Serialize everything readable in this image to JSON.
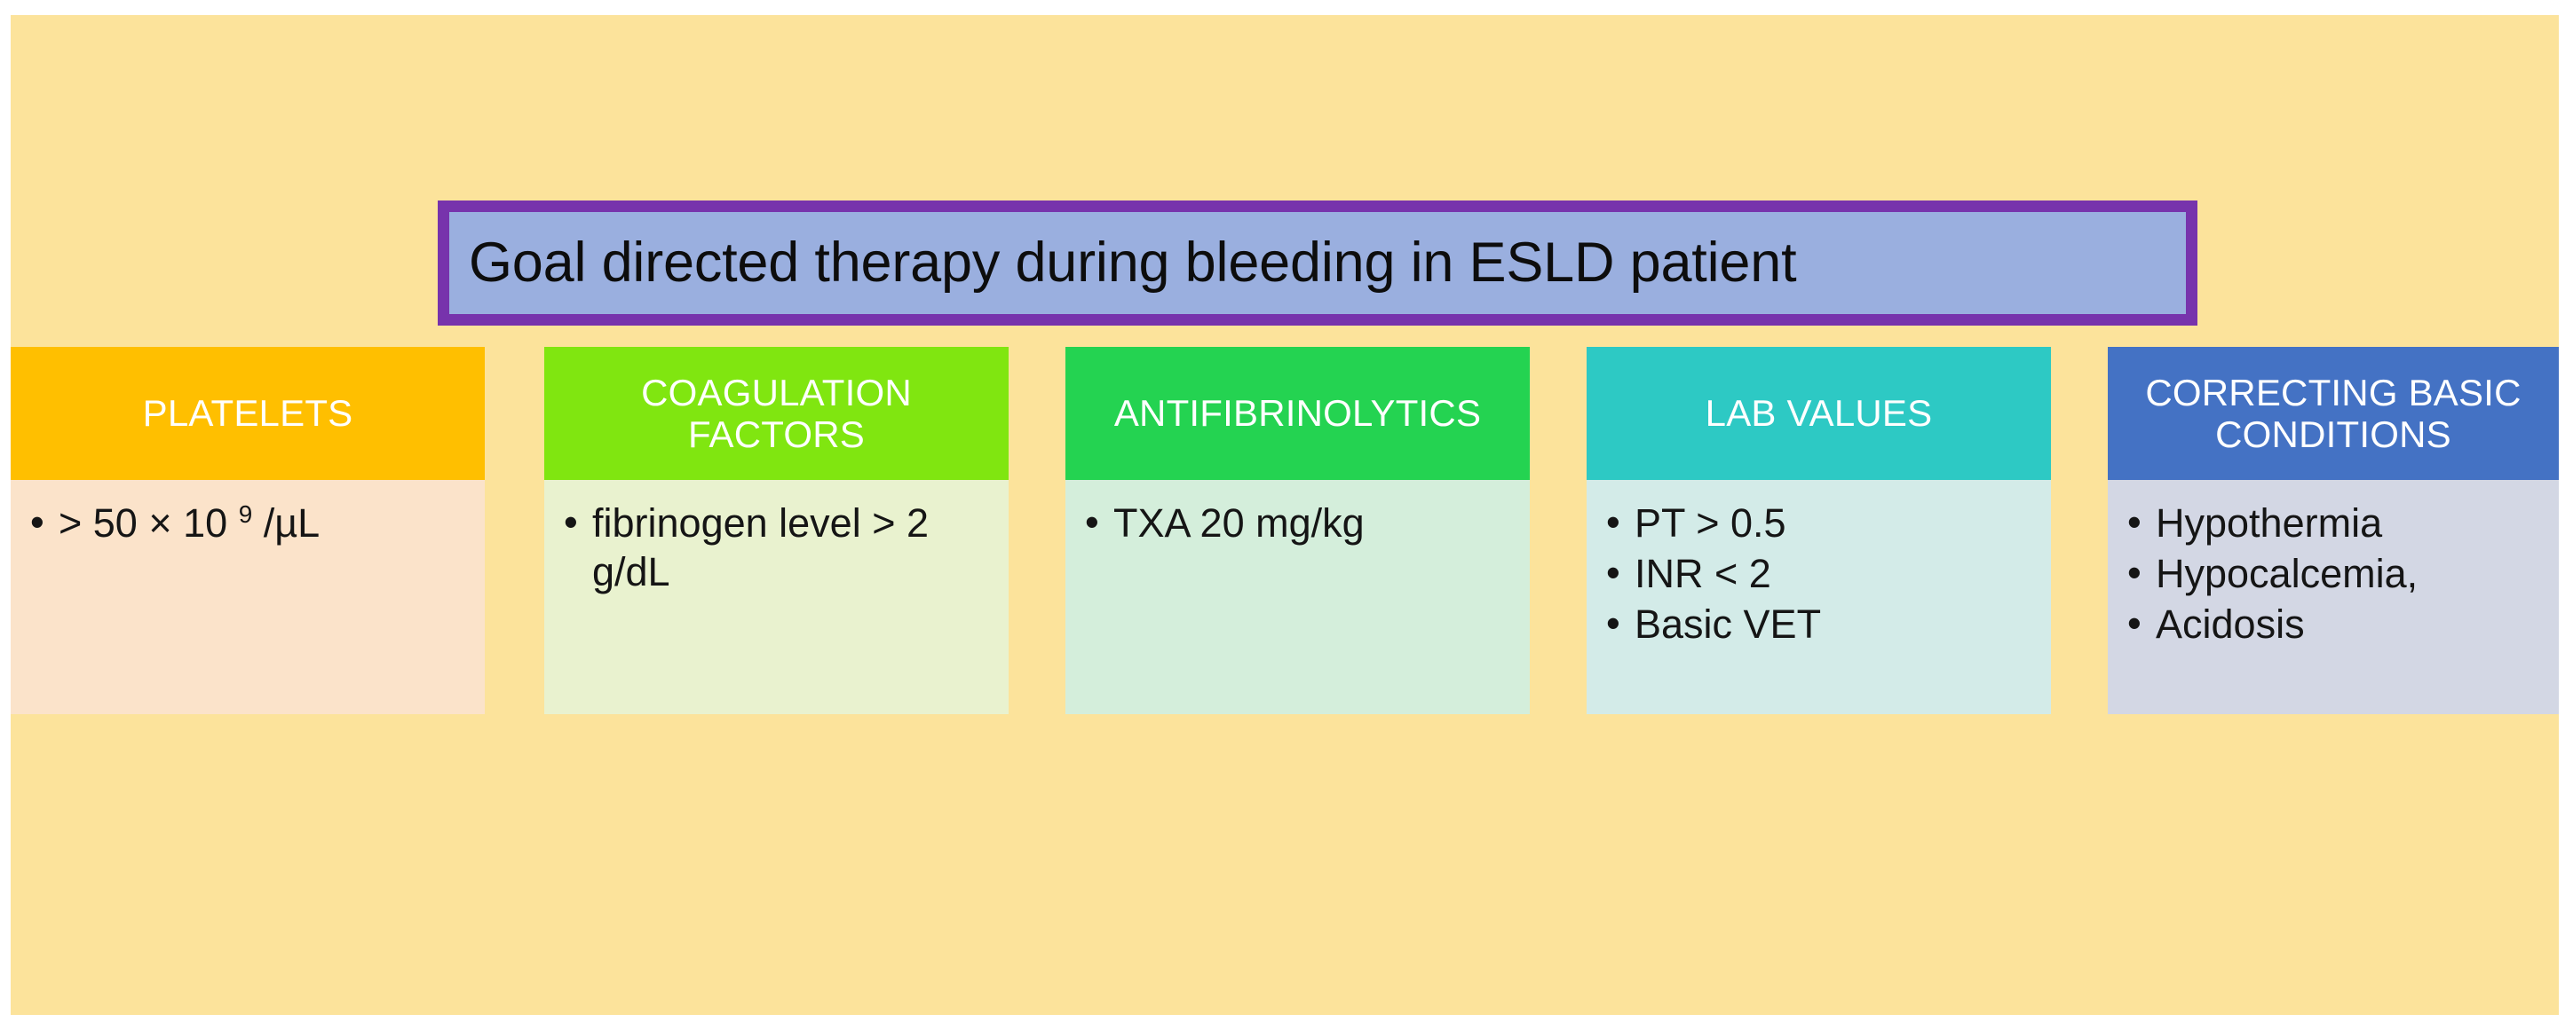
{
  "slide": {
    "background_color": "#fce39b"
  },
  "title": {
    "text": "Goal directed therapy during bleeding in ESLD patient",
    "fill_color": "#9aafdf",
    "border_color": "#7733ac",
    "text_color": "#0d0d0d"
  },
  "cards": [
    {
      "header": "PLATELETS",
      "header_line2": "",
      "header_color": "#ffbf00",
      "body_color": "#fbe3ca",
      "items": [
        {
          "prefix": "> 50 × 10 ",
          "sup": "9",
          "suffix": " /µL"
        }
      ]
    },
    {
      "header": "COAGULATION",
      "header_line2": "FACTORS",
      "header_color": "#80e610",
      "body_color": "#e9f2cf",
      "items": [
        {
          "prefix": "fibrinogen level > 2 g/dL",
          "sup": "",
          "suffix": ""
        }
      ]
    },
    {
      "header": "ANTIFIBRINOLYTICS",
      "header_line2": "",
      "header_color": "#24d351",
      "body_color": "#d4eedb",
      "items": [
        {
          "prefix": "TXA 20 mg/kg",
          "sup": "",
          "suffix": ""
        }
      ]
    },
    {
      "header": "LAB VALUES",
      "header_line2": "",
      "header_color": "#2dc9c4",
      "body_color": "#d3ebe8",
      "items": [
        {
          "prefix": "PT > 0.5",
          "sup": "",
          "suffix": ""
        },
        {
          "prefix": "INR < 2",
          "sup": "",
          "suffix": ""
        },
        {
          "prefix": "Basic VET",
          "sup": "",
          "suffix": ""
        }
      ]
    },
    {
      "header": "CORRECTING BASIC",
      "header_line2": "CONDITIONS",
      "header_color": "#4472c4",
      "body_color": "#d3d7e4",
      "items": [
        {
          "prefix": "Hypothermia",
          "sup": "",
          "suffix": ""
        },
        {
          "prefix": "Hypocalcemia,",
          "sup": "",
          "suffix": ""
        },
        {
          "prefix": "Acidosis",
          "sup": "",
          "suffix": ""
        }
      ]
    }
  ]
}
